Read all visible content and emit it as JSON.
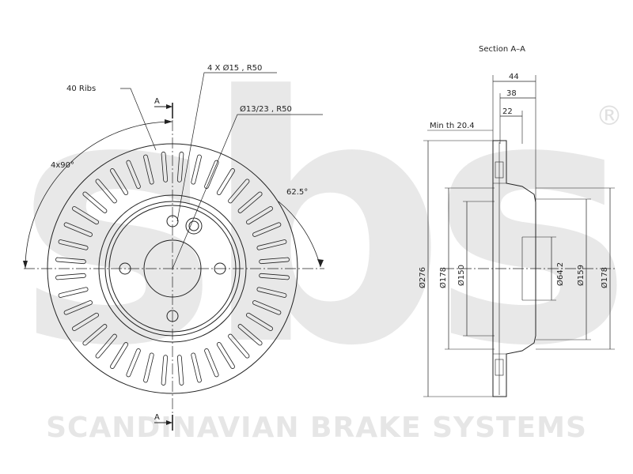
{
  "watermark": {
    "logo_text": "sbs",
    "registered_mark": "®",
    "company_name": "SCANDINAVIAN BRAKE SYSTEMS"
  },
  "front_view": {
    "rib_count": 40,
    "labels": {
      "ribs": "40 Ribs",
      "bolt_holes": "4 X Ø15 , R50",
      "center_hole": "Ø13/23 , R50",
      "angle_4x90": "4x90°",
      "angle_62_5": "62.5°",
      "section_a_top": "A",
      "section_a_bottom": "A"
    }
  },
  "section_view": {
    "title": "Section A–A",
    "labels": {
      "width_44": "44",
      "width_38": "38",
      "width_22": "22",
      "min_thickness": "Min th 20.4",
      "d276": "Ø276",
      "d178_left": "Ø178",
      "d150": "Ø150",
      "d64_2": "Ø64.2",
      "d159": "Ø159",
      "d178_right": "Ø178"
    }
  },
  "colors": {
    "line": "#222222",
    "watermark": "#e6e6e6"
  }
}
